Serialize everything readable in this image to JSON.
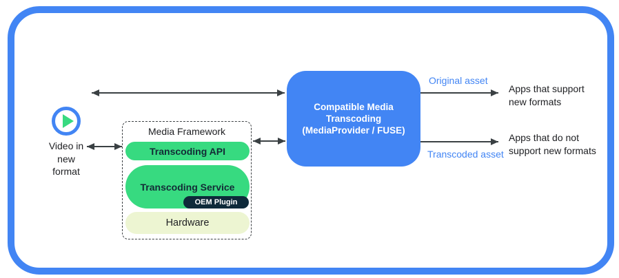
{
  "colors": {
    "accent_blue": "#4285f4",
    "pill_green": "#37da80",
    "oem_navy": "#0e2a3a",
    "hardware_pale_yellow": "#edf5d2",
    "arrow_gray": "#3a4043",
    "text_dark": "#202124",
    "text_white": "#ffffff"
  },
  "icons": {
    "play": "play-icon (blue ring with green right-pointing triangle)"
  },
  "source": {
    "label": "Video in\nnew\nformat"
  },
  "media_framework": {
    "title": "Media Framework",
    "api_label": "Transcoding API",
    "service_label": "Transcoding Service",
    "oem_label": "OEM Plugin",
    "hardware_label": "Hardware"
  },
  "transcoder": {
    "label": "Compatible Media\nTranscoding\n(MediaProvider / FUSE)"
  },
  "outputs": {
    "original_label": "Original asset",
    "transcoded_label": "Transcoded asset",
    "apps_support_label": "Apps that support\nnew formats",
    "apps_not_support_label": "Apps that do not\nsupport new formats"
  }
}
